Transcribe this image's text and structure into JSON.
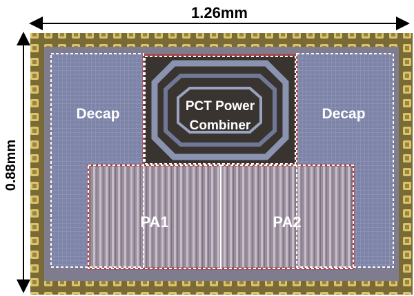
{
  "dimensions": {
    "width_label": "1.26mm",
    "height_label": "0.88mm"
  },
  "blocks": {
    "decap_left": "Decap",
    "decap_right": "Decap",
    "combiner_line1": "PCT Power",
    "combiner_line2": "Combiner",
    "pa1": "PA1",
    "pa2": "PA2"
  },
  "colors": {
    "pad_ring": "#b8a246",
    "die_body": "#7e7c8e",
    "decap_fill": "#7d84a8",
    "combiner_bg": "#3a3430",
    "combiner_metal": "#8a93b0",
    "outline_red": "#a84242",
    "pa_fill": "#9a8f9e"
  }
}
